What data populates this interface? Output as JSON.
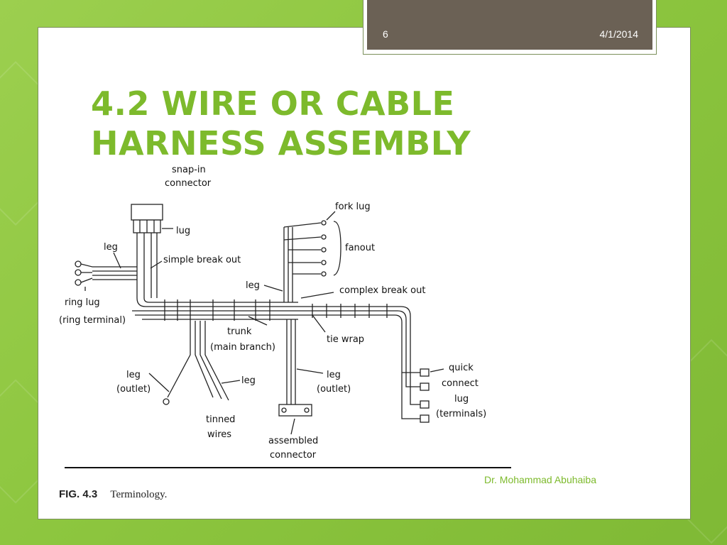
{
  "slide": {
    "number": "6",
    "date": "4/1/2014",
    "title": "4.2 WIRE OR CABLE HARNESS ASSEMBLY",
    "author": "Dr. Mohammad Abuhaiba"
  },
  "figure": {
    "number": "FIG. 4.3",
    "caption": "Terminology.",
    "labels": {
      "snap_in": "snap-in",
      "connector": "connector",
      "lug": "lug",
      "leg_top_left": "leg",
      "simple_break_out": "simple break out",
      "ring_lug": "ring lug",
      "ring_terminal": "(ring terminal)",
      "leg_mid": "leg",
      "fork_lug": "fork lug",
      "fanout": "fanout",
      "complex_break_out": "complex break out",
      "trunk": "trunk",
      "main_branch": "(main branch)",
      "tie_wrap": "tie wrap",
      "leg_outlet_left": "leg",
      "outlet_left": "(outlet)",
      "leg_lower": "leg",
      "leg_outlet_right": "leg",
      "outlet_right": "(outlet)",
      "tinned": "tinned",
      "wires": "wires",
      "assembled": "assembled",
      "assembled_connector": "connector",
      "quick": "quick",
      "connect": "connect",
      "lug_terminals": "lug",
      "terminals": "(terminals)"
    }
  },
  "colors": {
    "background": "#8dc63f",
    "title": "#7dba2c",
    "header": "#6b6155"
  }
}
